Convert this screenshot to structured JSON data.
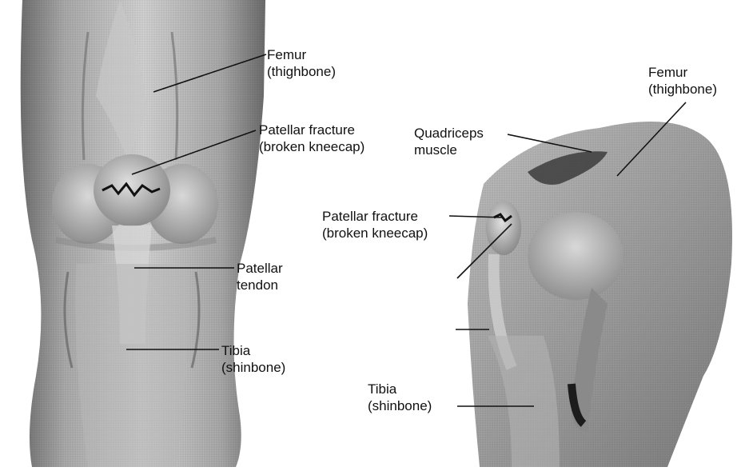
{
  "front_view": {
    "femur": {
      "line1": "Femur",
      "line2": "(thighbone)"
    },
    "patellar_fracture": {
      "line1": "Patellar fracture",
      "line2": "(broken kneecap)"
    },
    "patellar_tendon": {
      "line1": "Patellar",
      "line2": "tendon"
    },
    "tibia": {
      "line1": "Tibia",
      "line2": "(shinbone)"
    }
  },
  "side_view": {
    "femur": {
      "line1": "Femur",
      "line2": "(thighbone)"
    },
    "quadriceps": {
      "line1": "Quadriceps",
      "line2": "muscle"
    },
    "patellar_fracture": {
      "line1": "Patellar fracture",
      "line2": "(broken kneecap)"
    },
    "tibia": {
      "line1": "Tibia",
      "line2": "(shinbone)"
    }
  },
  "colors": {
    "skin_dark": "#5a5a5a",
    "skin_mid": "#9a9a9a",
    "skin_light": "#d4d4d4",
    "bone": "#cfcfcf",
    "line": "#111111"
  }
}
